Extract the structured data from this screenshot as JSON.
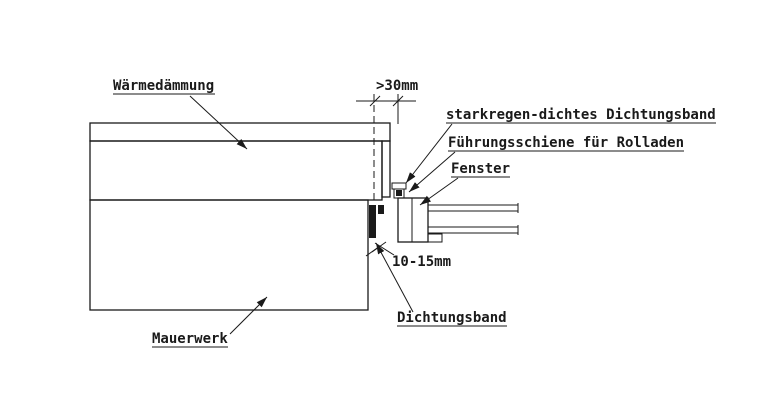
{
  "colors": {
    "background": "#ffffff",
    "line": "#1a1a1a"
  },
  "labels": {
    "insulation": "Wärmedämmung",
    "masonry": "Mauerwerk",
    "window": "Fenster",
    "sealing_tape": "Dichtungsband",
    "rainproof_sealing_tape": "starkregen-dichtes Dichtungsband",
    "shutter_guide_rail": "Führungsschiene für Rolladen"
  },
  "dimensions": {
    "top_offset": ">30mm",
    "joint_width": "10-15mm"
  }
}
